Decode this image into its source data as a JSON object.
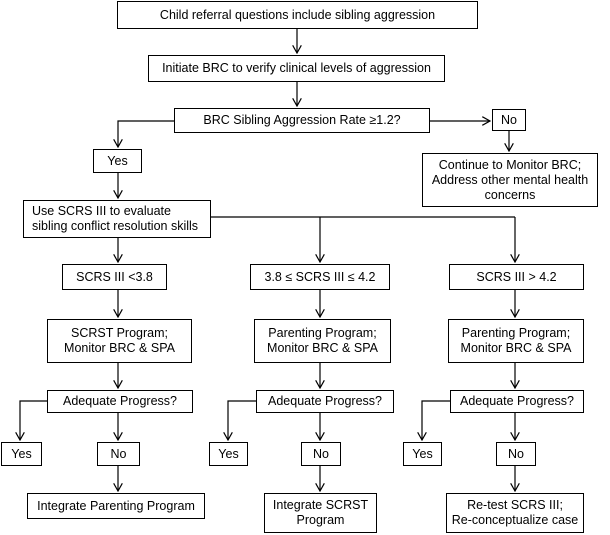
{
  "flowchart": {
    "start": "Child referral questions include sibling aggression",
    "initiate": "Initiate BRC to verify clinical levels of aggression",
    "decision_rate": "BRC Sibling Aggression Rate ≥1.2?",
    "no_top": "No",
    "yes_top": "Yes",
    "monitor": "Continue to Monitor BRC;\nAddress other mental health\nconcerns",
    "evaluate": "Use SCRS III to evaluate\nsibling conflict resolution skills",
    "branches": [
      {
        "condition": "SCRS III <3.8",
        "program": "SCRST Program;\nMonitor BRC & SPA",
        "progress": "Adequate Progress?",
        "yes": "Yes",
        "no": "No",
        "outcome": "Integrate Parenting Program"
      },
      {
        "condition": "3.8 ≤ SCRS III ≤ 4.2",
        "program": "Parenting Program;\nMonitor BRC & SPA",
        "progress": "Adequate Progress?",
        "yes": "Yes",
        "no": "No",
        "outcome": "Integrate SCRST\nProgram"
      },
      {
        "condition": "SCRS III > 4.2",
        "program": "Parenting Program;\nMonitor BRC & SPA",
        "progress": "Adequate Progress?",
        "yes": "Yes",
        "no": "No",
        "outcome": "Re-test SCRS III;\nRe-conceptualize case"
      }
    ]
  }
}
